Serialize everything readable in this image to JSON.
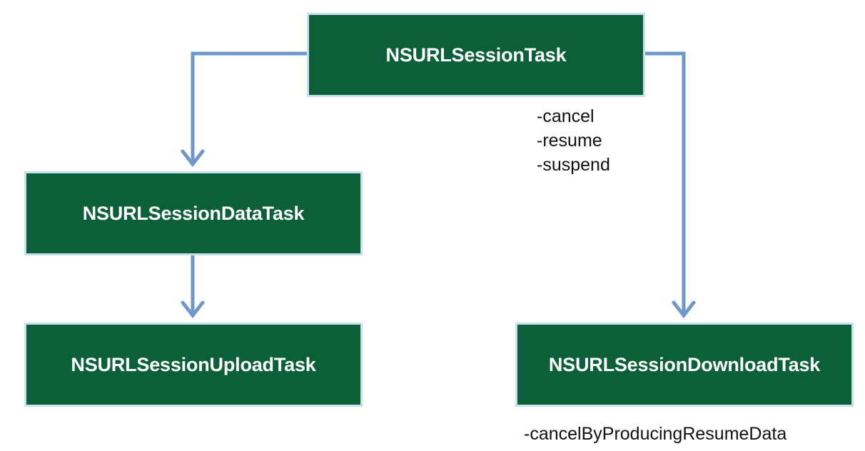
{
  "nodes": {
    "task": "NSURLSessionTask",
    "data_task": "NSURLSessionDataTask",
    "upload_task": "NSURLSessionUploadTask",
    "download_task": "NSURLSessionDownloadTask"
  },
  "task_methods": [
    "-cancel",
    "-resume",
    "-suspend"
  ],
  "download_methods": [
    "-cancelByProducingResumeData"
  ],
  "colors": {
    "box_fill": "#0c6039",
    "box_border": "#c9e1ee",
    "arrow": "#6e98cc"
  }
}
